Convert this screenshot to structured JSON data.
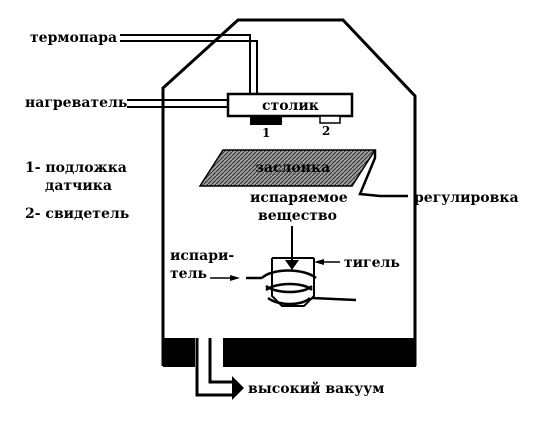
{
  "labels": {
    "thermocouple": "термопара",
    "heater": "нагреватель",
    "stage": "столик",
    "stage_mark_1": "1",
    "stage_mark_2": "2",
    "legend_1_line1": "1- подложка",
    "legend_1_line2": "датчика",
    "legend_2": "2- свидетель",
    "shutter": "заслонка",
    "adjustment": "регулировка",
    "evaporated_line1": "испаряемое",
    "evaporated_line2": "вещество",
    "evaporator_line1": "испари-",
    "evaporator_line2": "тель",
    "crucible": "тигель",
    "high_vacuum": "высокий вакуум"
  },
  "colors": {
    "ink": "#000000",
    "background": "#ffffff",
    "shutter_fill": "#8a8a8a"
  }
}
